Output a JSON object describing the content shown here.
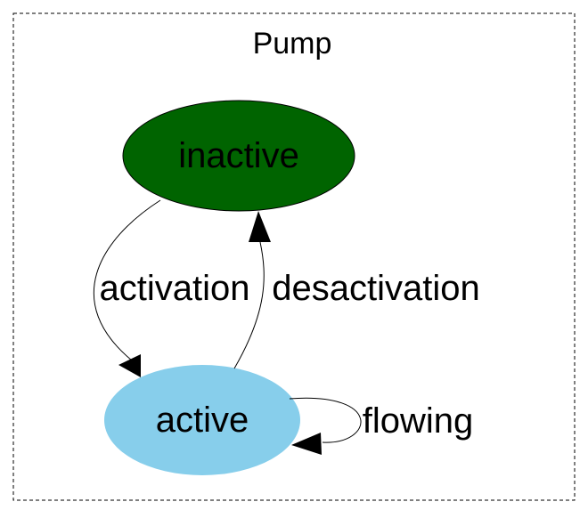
{
  "diagram": {
    "title": "Pump",
    "states": {
      "inactive": {
        "label": "inactive",
        "fill": "#006400"
      },
      "active": {
        "label": "active",
        "fill": "#87CEEB"
      }
    },
    "transitions": {
      "activation": {
        "label": "activation",
        "from": "inactive",
        "to": "active"
      },
      "desactivation": {
        "label": "desactivation",
        "from": "active",
        "to": "inactive"
      },
      "flowing": {
        "label": "flowing",
        "from": "active",
        "to": "active"
      }
    }
  }
}
